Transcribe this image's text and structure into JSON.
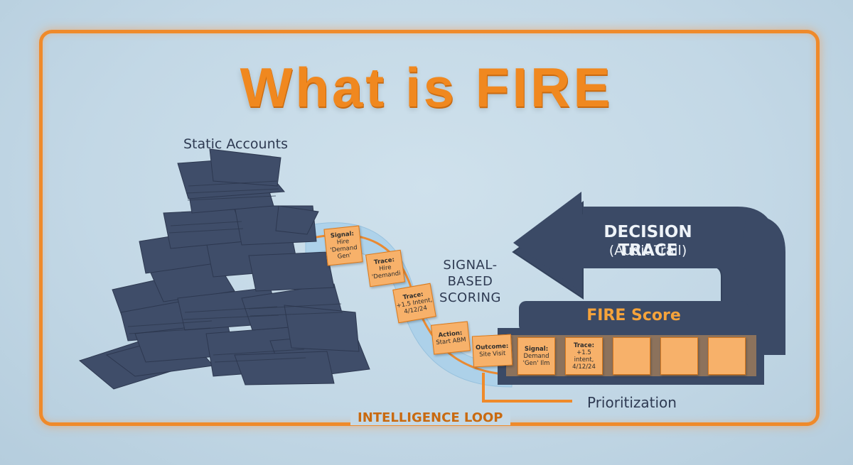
{
  "title": "What is FIRE",
  "static_accounts_label": "Static Accounts",
  "signal_scoring_label": "SIGNAL-BASED\nSCORING",
  "decision_trace": {
    "title": "DECISION TRACE",
    "subtitle": "(Audit Trail)"
  },
  "fire_score": {
    "title": "FIRE Score",
    "cells": [
      {
        "head": "Signal:",
        "body": "Demand\n'Gen' Ilm"
      },
      {
        "head": "Trace:",
        "body": "+1.5 intent,\n4/12/24"
      },
      {
        "head": "",
        "body": ""
      },
      {
        "head": "",
        "body": ""
      },
      {
        "head": "",
        "body": ""
      }
    ]
  },
  "path_notes": [
    {
      "head": "Signal:",
      "body": "Hire\n'Demand\nGen'"
    },
    {
      "head": "Trace:",
      "body": "Hire\n'Demandi"
    },
    {
      "head": "Trace:",
      "body": "+1.5 Intent,\n4/12/24"
    },
    {
      "head": "Action:",
      "body": "Start ABM"
    },
    {
      "head": "Outcome:",
      "body": "Site Visit"
    }
  ],
  "prioritization_label": "Prioritization",
  "loop_label": "INTELLIGENCE LOOP",
  "colors": {
    "accent": "#f0881f",
    "navy": "#3b4a66",
    "note": "#f7b16a",
    "background": "#c5d9e6"
  }
}
